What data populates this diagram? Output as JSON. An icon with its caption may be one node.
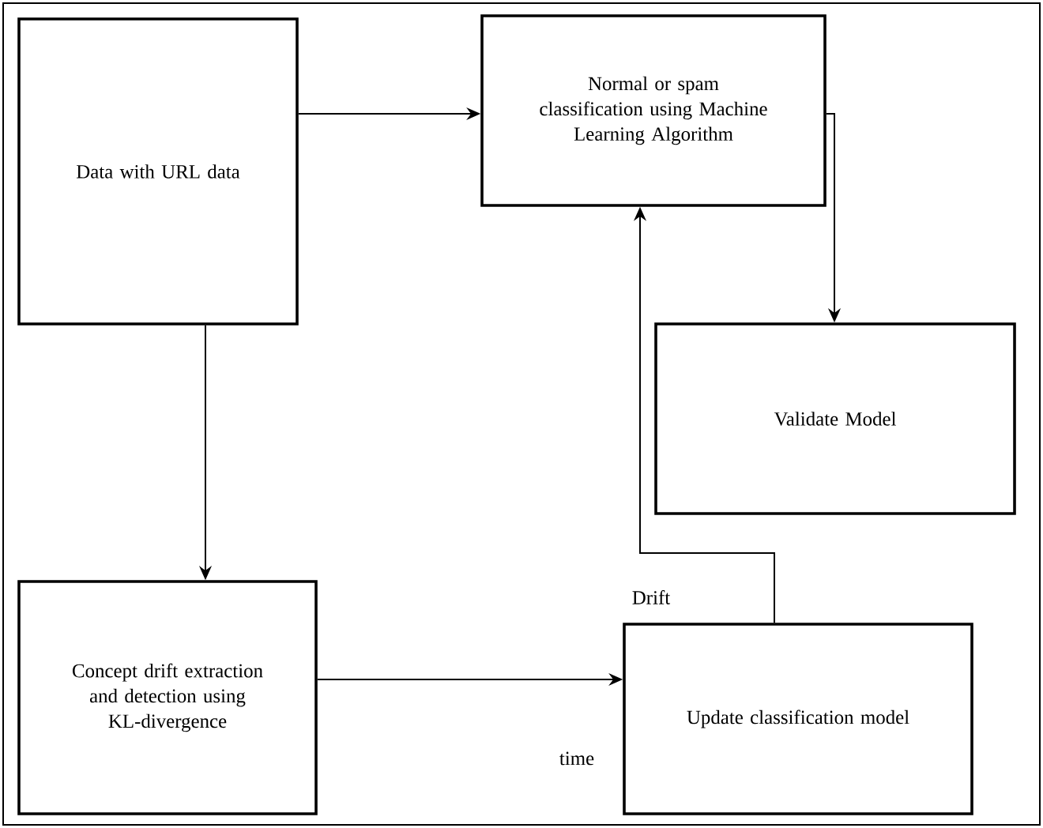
{
  "diagram": {
    "nodes": [
      {
        "text": [
          "Data with URL data"
        ]
      },
      {
        "text": [
          "Normal or spam classification using Machine Learning Algorithm"
        ]
      },
      {
        "text": [
          "Validate Model"
        ]
      },
      {
        "text": [
          "Concept drift extraction and detection using KL-divergence"
        ]
      },
      {
        "text": [
          "Update classification model"
        ]
      }
    ],
    "edges": [
      {
        "from": 0,
        "to": 1,
        "arrow": "to"
      },
      {
        "from": 0,
        "to": 3,
        "arrow": "to"
      },
      {
        "from": 1,
        "to": 2,
        "arrow": "to"
      },
      {
        "from": 3,
        "to": 4,
        "arrow": "to"
      },
      {
        "from": 4,
        "to": 1,
        "arrow": "to"
      }
    ],
    "labels": [
      "Drift",
      "time"
    ]
  }
}
